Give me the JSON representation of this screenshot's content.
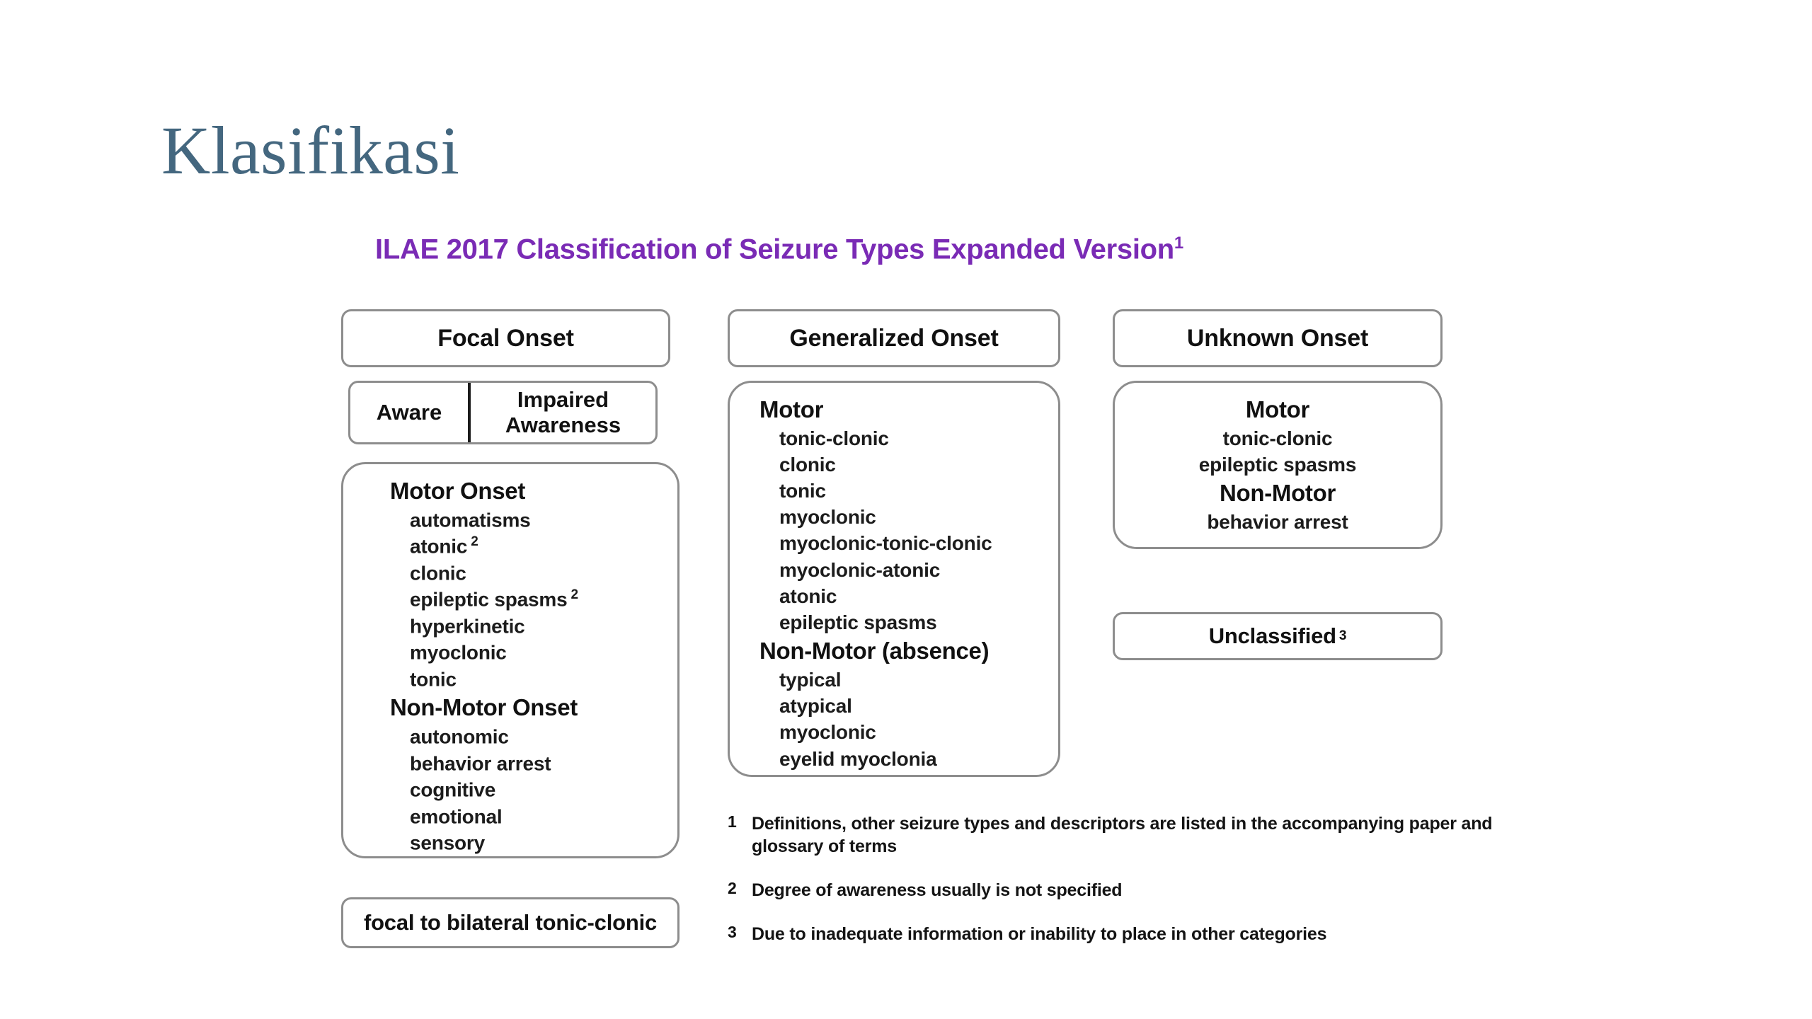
{
  "slide": {
    "title": "Klasifikasi"
  },
  "figure": {
    "heading": "ILAE 2017 Classification of Seizure Types Expanded Version",
    "heading_superscript": "1",
    "heading_color": "#7a2bb5",
    "title_color": "#44677f",
    "border_color": "#8d8d8d"
  },
  "columns": {
    "focal": {
      "header": "Focal Onset",
      "awareness": {
        "aware": "Aware",
        "impaired": "Impaired Awareness"
      },
      "groups": [
        {
          "title": "Motor Onset",
          "items": [
            {
              "label": "automatisms",
              "sup": ""
            },
            {
              "label": "atonic",
              "sup": "2"
            },
            {
              "label": "clonic",
              "sup": ""
            },
            {
              "label": "epileptic spasms",
              "sup": "2"
            },
            {
              "label": "hyperkinetic",
              "sup": ""
            },
            {
              "label": "myoclonic",
              "sup": ""
            },
            {
              "label": "tonic",
              "sup": ""
            }
          ]
        },
        {
          "title": "Non-Motor Onset",
          "items": [
            {
              "label": "autonomic",
              "sup": ""
            },
            {
              "label": "behavior arrest",
              "sup": ""
            },
            {
              "label": "cognitive",
              "sup": ""
            },
            {
              "label": "emotional",
              "sup": ""
            },
            {
              "label": "sensory",
              "sup": ""
            }
          ]
        }
      ],
      "footer_box": "focal to bilateral tonic-clonic"
    },
    "generalized": {
      "header": "Generalized Onset",
      "groups": [
        {
          "title": "Motor",
          "items": [
            {
              "label": "tonic-clonic",
              "sup": ""
            },
            {
              "label": "clonic",
              "sup": ""
            },
            {
              "label": "tonic",
              "sup": ""
            },
            {
              "label": "myoclonic",
              "sup": ""
            },
            {
              "label": "myoclonic-tonic-clonic",
              "sup": ""
            },
            {
              "label": "myoclonic-atonic",
              "sup": ""
            },
            {
              "label": "atonic",
              "sup": ""
            },
            {
              "label": "epileptic spasms",
              "sup": ""
            }
          ]
        },
        {
          "title": "Non-Motor (absence)",
          "items": [
            {
              "label": "typical",
              "sup": ""
            },
            {
              "label": "atypical",
              "sup": ""
            },
            {
              "label": "myoclonic",
              "sup": ""
            },
            {
              "label": "eyelid myoclonia",
              "sup": ""
            }
          ]
        }
      ]
    },
    "unknown": {
      "header": "Unknown Onset",
      "groups": [
        {
          "title": "Motor",
          "items": [
            {
              "label": "tonic-clonic",
              "sup": ""
            },
            {
              "label": "epileptic spasms",
              "sup": ""
            }
          ]
        },
        {
          "title": "Non-Motor",
          "items": [
            {
              "label": "behavior arrest",
              "sup": ""
            }
          ]
        }
      ],
      "unclassified_box": "Unclassified",
      "unclassified_sup": "3"
    }
  },
  "footnotes": [
    {
      "mark": "1",
      "text": "Definitions, other seizure types and descriptors are listed in the accompanying paper and glossary of terms"
    },
    {
      "mark": "2",
      "text": "Degree of awareness usually is not specified"
    },
    {
      "mark": "3",
      "text": "Due to inadequate information or inability to place in other categories"
    }
  ]
}
